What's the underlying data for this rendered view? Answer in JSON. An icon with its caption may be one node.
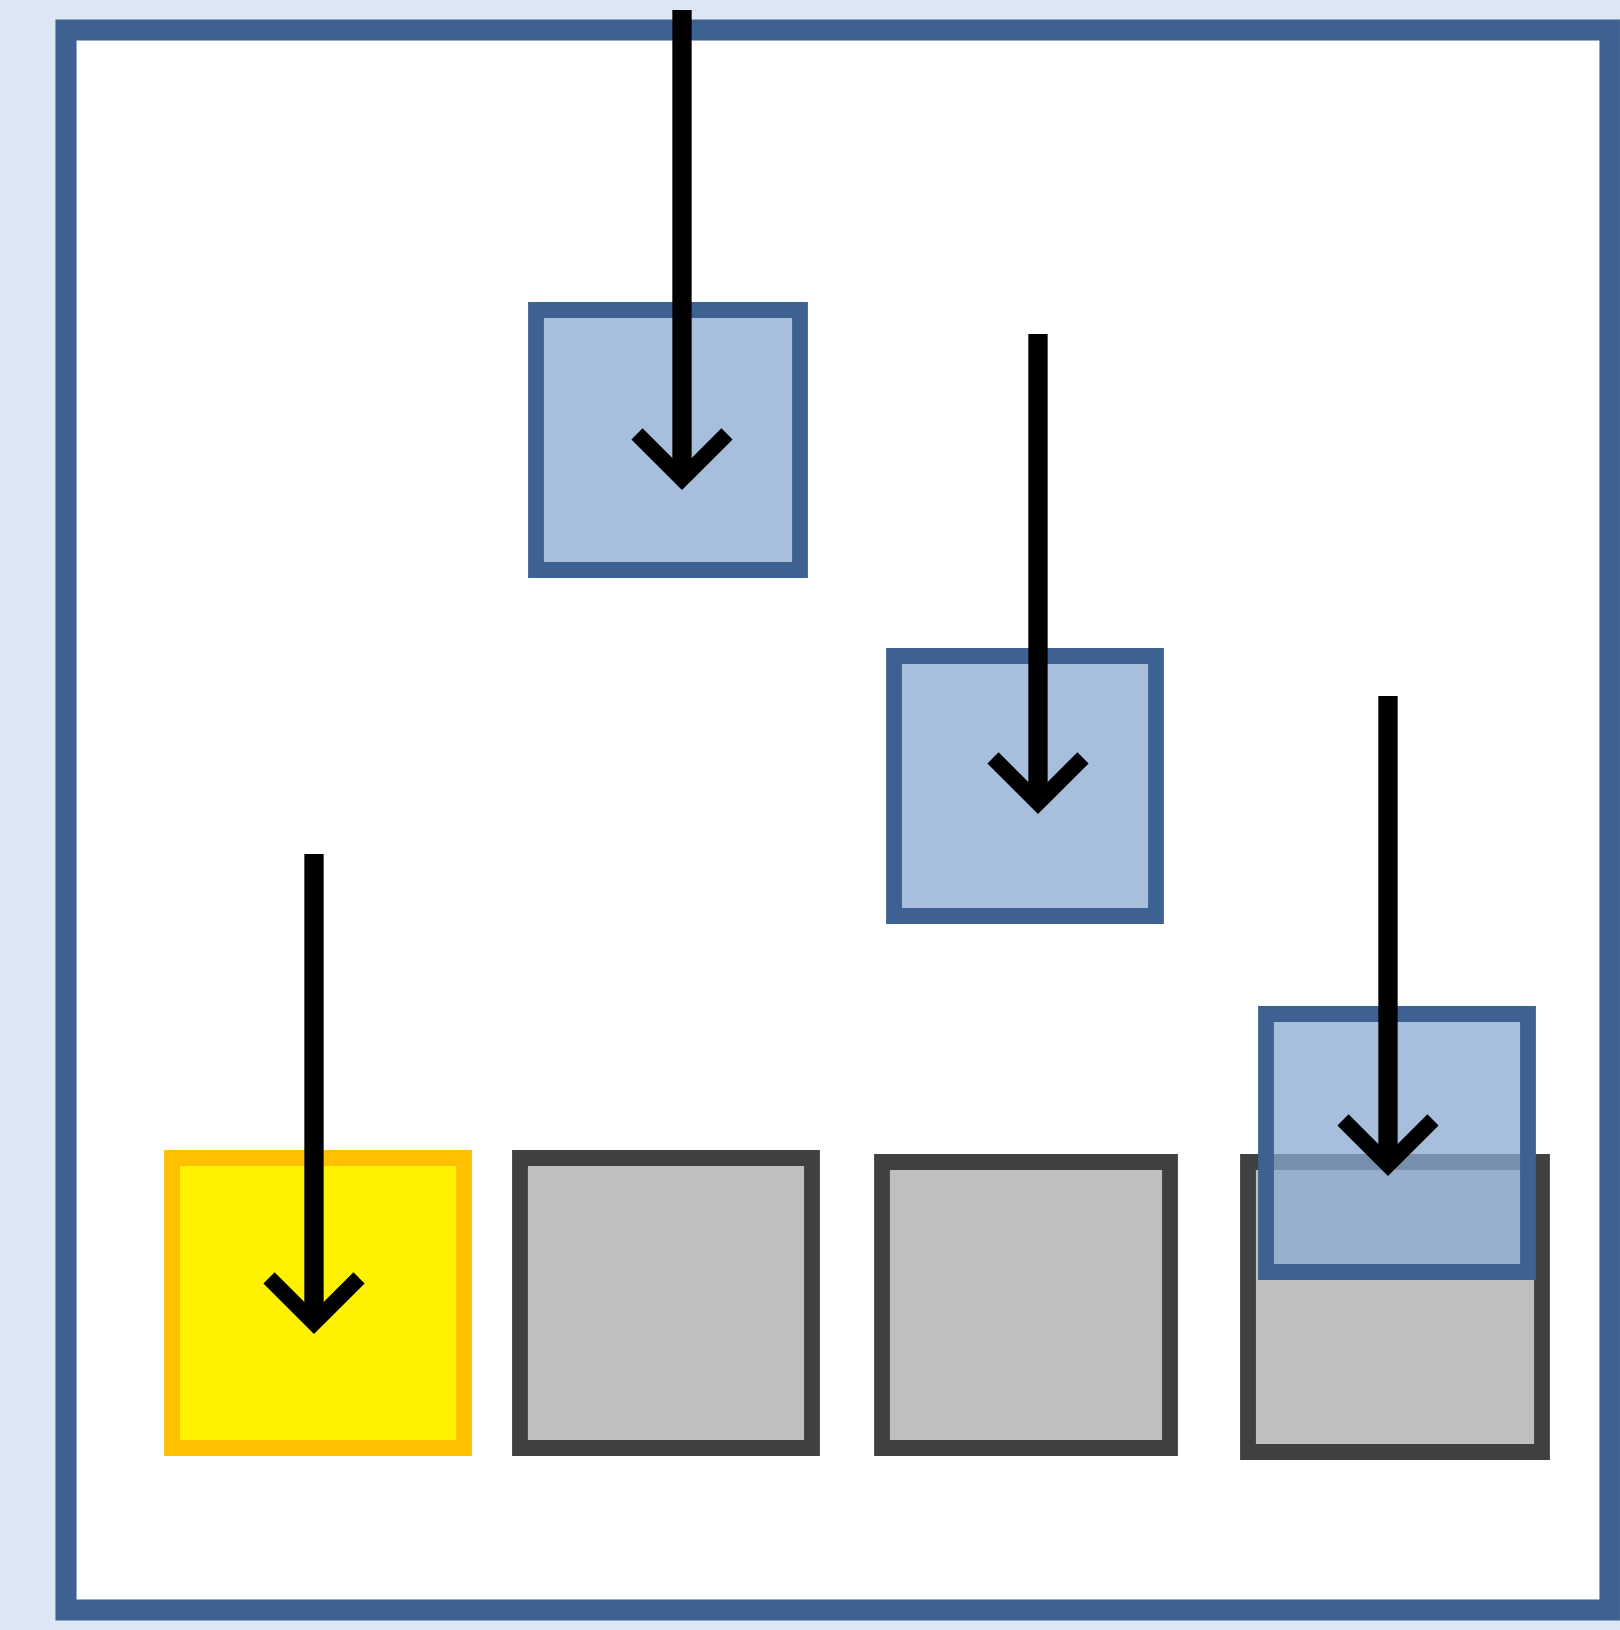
{
  "diagram": {
    "nodes": [
      {
        "text": [],
        "shape": "box"
      },
      {
        "text": [],
        "shape": "box",
        "in": 0
      },
      {
        "text": [],
        "shape": "box",
        "in": 0
      },
      {
        "text": [],
        "shape": "box",
        "in": 0
      },
      {
        "text": [],
        "shape": "box",
        "in": 0
      },
      {
        "text": [],
        "shape": "box",
        "in": 0
      },
      {
        "text": [],
        "shape": "box",
        "in": 0
      },
      {
        "text": [],
        "shape": "box",
        "in": 0
      }
    ]
  }
}
